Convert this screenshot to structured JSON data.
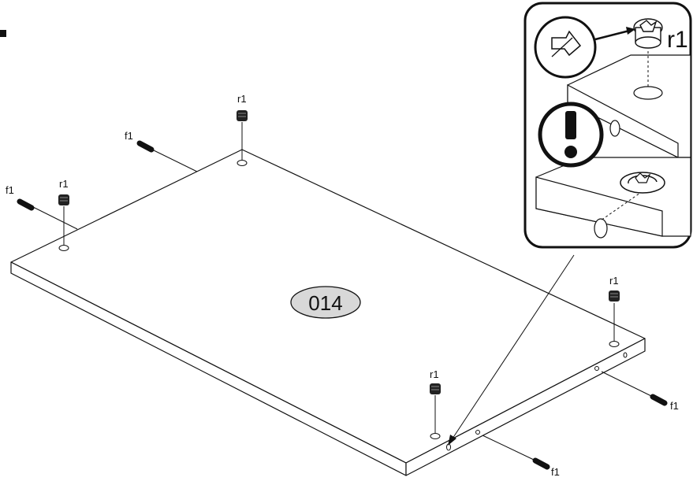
{
  "panel": {
    "part_number": "014"
  },
  "fittings": {
    "cam_label": "r1",
    "dowel_label": "f1"
  },
  "detail": {
    "cam_label": "r1",
    "warning_symbol": "exclamation-icon"
  },
  "colors": {
    "line": "#111111",
    "part_fill": "#d8d8d8",
    "paper": "#ffffff"
  }
}
